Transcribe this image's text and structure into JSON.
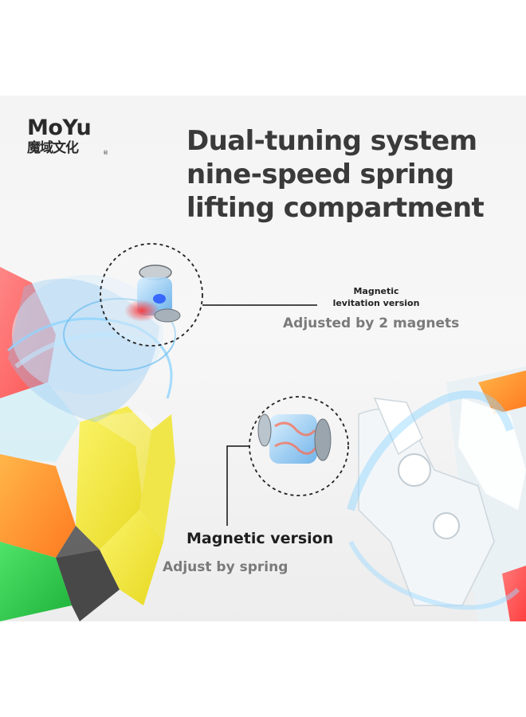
{
  "brand": {
    "name": "MoYu",
    "subtitle": "魔域文化",
    "registered_mark": "®"
  },
  "headline": {
    "line1": "Dual-tuning system",
    "line2": "nine-speed spring",
    "line3": "lifting compartment"
  },
  "callouts": {
    "levitation": {
      "title_line1": "Magnetic",
      "title_line2": "levitation version",
      "description": "Adjusted by 2 magnets"
    },
    "magnetic": {
      "title": "Magnetic version",
      "description": "Adjust by spring"
    }
  },
  "colors": {
    "headline_text": "#3a3a3a",
    "caption_gray": "#7a7a7a",
    "glow_blue": "#8ed4ff",
    "tile_yellow": "#f3ea3c",
    "tile_green": "#2ec94a",
    "tile_red": "#ff5a5a",
    "tile_orange": "#ff9a2a"
  },
  "icons": {
    "top_detail": "spring-magnet-core",
    "bottom_detail": "spring-core"
  }
}
